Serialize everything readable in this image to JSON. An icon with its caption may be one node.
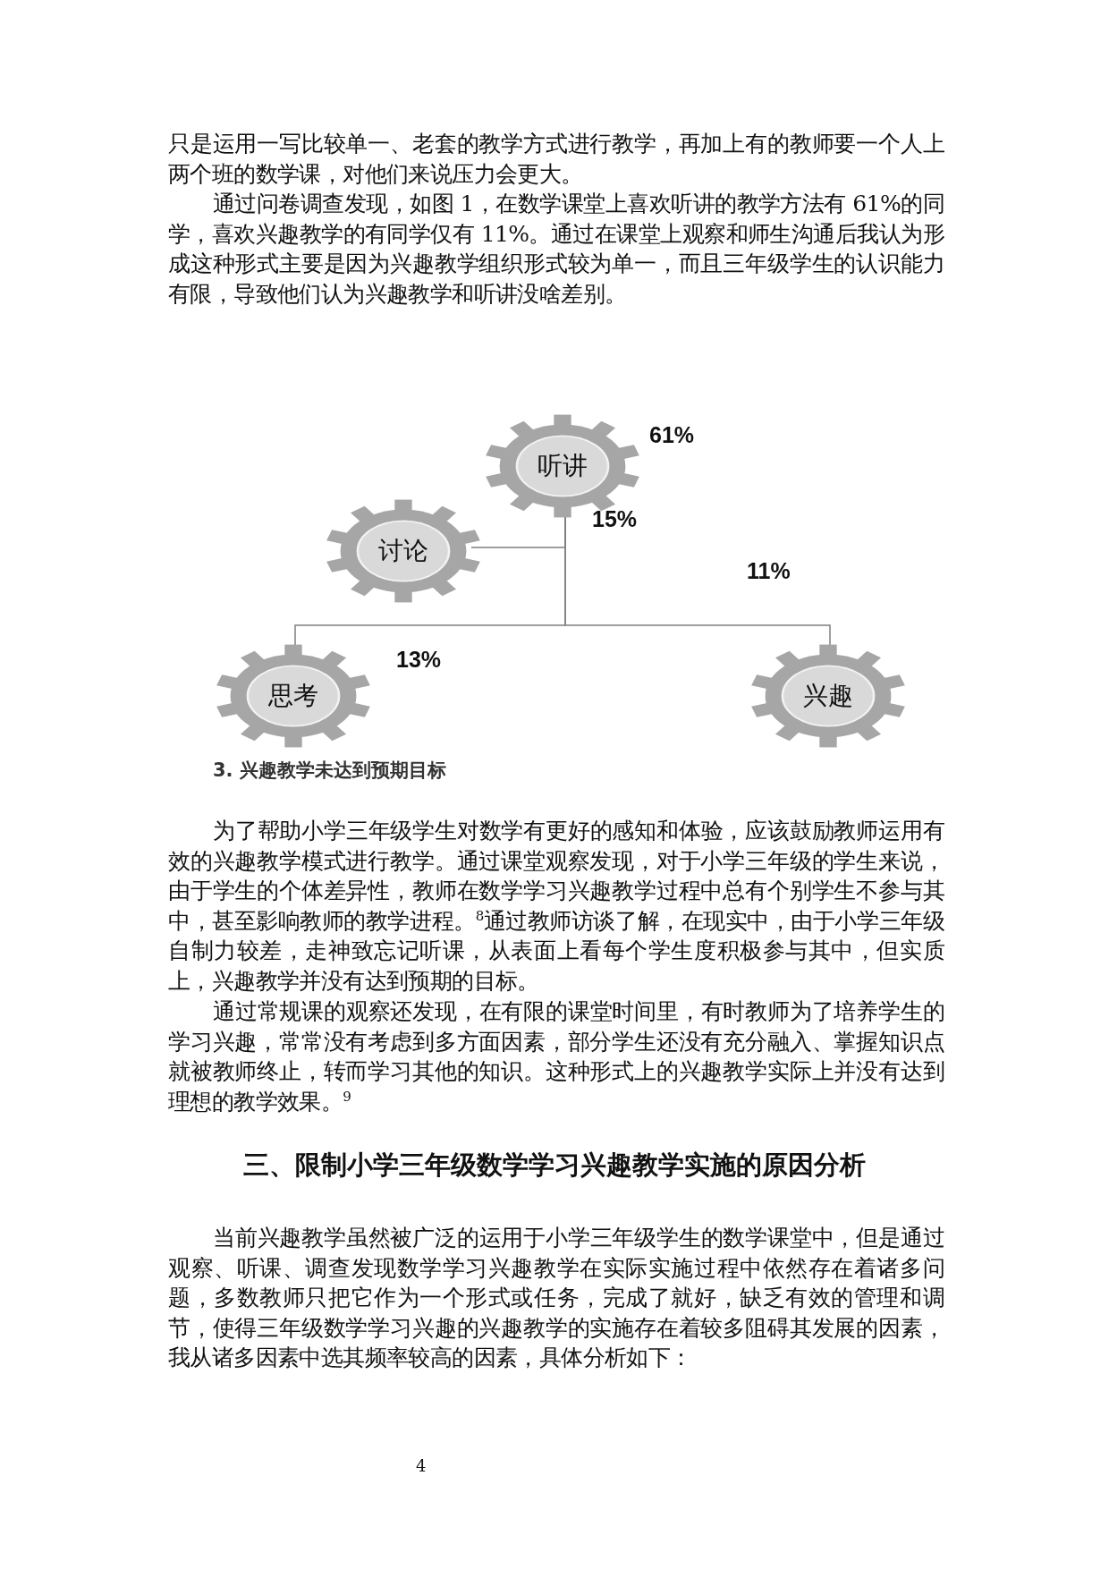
{
  "diagram": {
    "nodes": [
      {
        "text": [
          "听讲"
        ]
      },
      {
        "text": [
          "讨论"
        ]
      },
      {
        "text": [
          "思考"
        ]
      },
      {
        "text": [
          "兴趣"
        ]
      }
    ],
    "edges": [
      {
        "from": 0,
        "to": 1,
        "arrow": "none"
      },
      {
        "from": 0,
        "to": 2,
        "arrow": "none"
      },
      {
        "from": 0,
        "to": 3,
        "arrow": "none"
      }
    ],
    "labels": [
      "只是运用一写比较单一、老套的教学方式进行教学，再加上有的教师要一个人上两个班的数学课，对他们来说压力会更大。",
      "通过问卷调查发现，如图 1，在数学课堂上喜欢听讲的教学方法有 61%的同学，喜欢兴趣教学的有同学仅有 11%。通过在课堂上观察和师生沟通后我认为形成这种形式主要是因为兴趣教学组织形式较为单一，而且三年级学生的认识能力有限，导致他们认为兴趣教学和听讲没啥差别。",
      "61%",
      "15%",
      "11%",
      "13%",
      "3. 兴趣教学未达到预期目标",
      "为了帮助小学三年级学生对数学有更好的感知和体验，应该鼓励教师运用有效的兴趣教学模式进行教学。通过课堂观察发现，对于小学三年级的学生来说，由于学生的个体差异性，教师在数学学习兴趣教学过程中总有个别学生不参与其中，甚至影响教师的教学进程。$^{8}$通过教师访谈了解，在现实中，由于小学三年级自制力较差，走神致忘记听课，从表面上看每个学生度积极参与其中，但实质上，兴趣教学并没有达到预期的目标。",
      "通过常规课的观察还发现，在有限的课堂时间里，有时教师为了培养学生的学习兴趣，常常没有考虑到多方面因素，部分学生还没有充分融入、掌握知识点就被教师终止，转而学习其他的知识。这种形式上的兴趣教学实际上并没有达到理想的教学效果。$^{9}$",
      "三、限制小学三年级数学学习兴趣教学实施的原因分析",
      "当前兴趣教学虽然被广泛的运用于小学三年级学生的数学课堂中，但是通过观察、听课、调查发现数学学习兴趣教学在实际实施过程中依然存在着诸多问题，多数教师只把它作为一个形式或任务，完成了就好，缺乏有效的管理和调节，使得三年级数学学习兴趣的兴趣教学的实施存在着较多阻碍其发展的因素，我从诸多因素中选其频率较高的因素，具体分析如下：",
      "4"
    ]
  }
}
